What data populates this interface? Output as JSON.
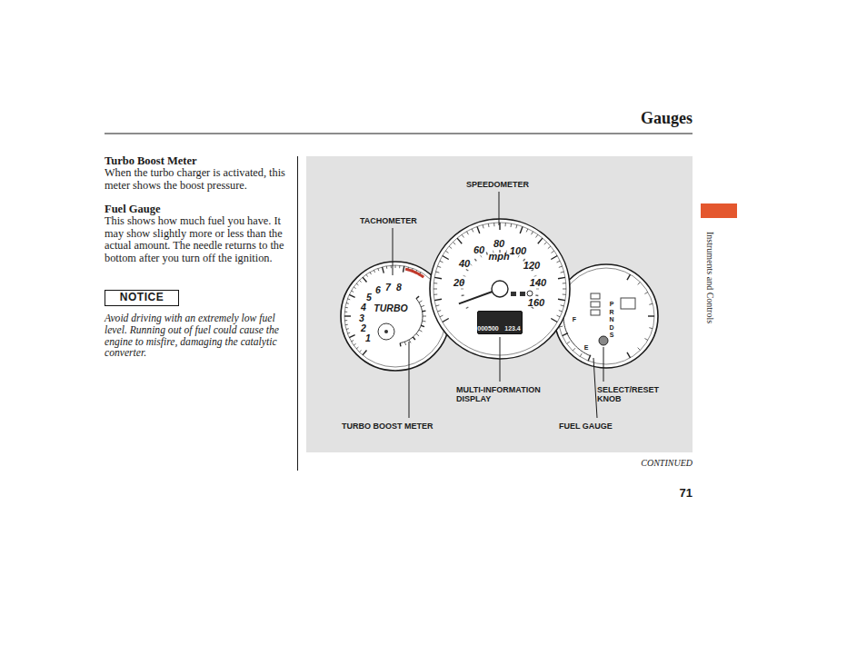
{
  "diagram": {
    "title": "Gauges",
    "nodes": [
      {
        "text": [
          "NOTICE"
        ]
      },
      {
        "text": [
          "SPEEDOMETER",
          "TACHOMETER",
          "MULTI-INFORMATION DISPLAY",
          "SELECT/RESET KNOB",
          "TURBO BOOST METER",
          "FUEL GAUGE"
        ]
      },
      {
        "text": [
          "1",
          "2",
          "3",
          "4",
          "5",
          "6",
          "7",
          "8",
          "TURBO"
        ],
        "in": 1
      },
      {
        "text": [
          "20",
          "40",
          "60",
          "80",
          "100",
          "120",
          "140",
          "160",
          "mph"
        ],
        "in": 1
      },
      {
        "text": [
          "000500",
          "123.4"
        ],
        "in": 3
      },
      {
        "text": [
          "F",
          "E",
          "P",
          "R",
          "N",
          "D",
          "S"
        ],
        "in": 1
      }
    ],
    "labels": [
      "Turbo Boost Meter",
      "When the turbo charger is activated, this meter shows the boost pressure.",
      "Fuel Gauge",
      "This shows how much fuel you have. It may show slightly more or less than the actual amount. The needle returns to the bottom after you turn off the ignition.",
      "Avoid driving with an extremely low fuel level. Running out of fuel could cause the engine to misfire, damaging the catalytic converter.",
      "Instruments and Controls",
      "CONTINUED",
      "71"
    ]
  }
}
